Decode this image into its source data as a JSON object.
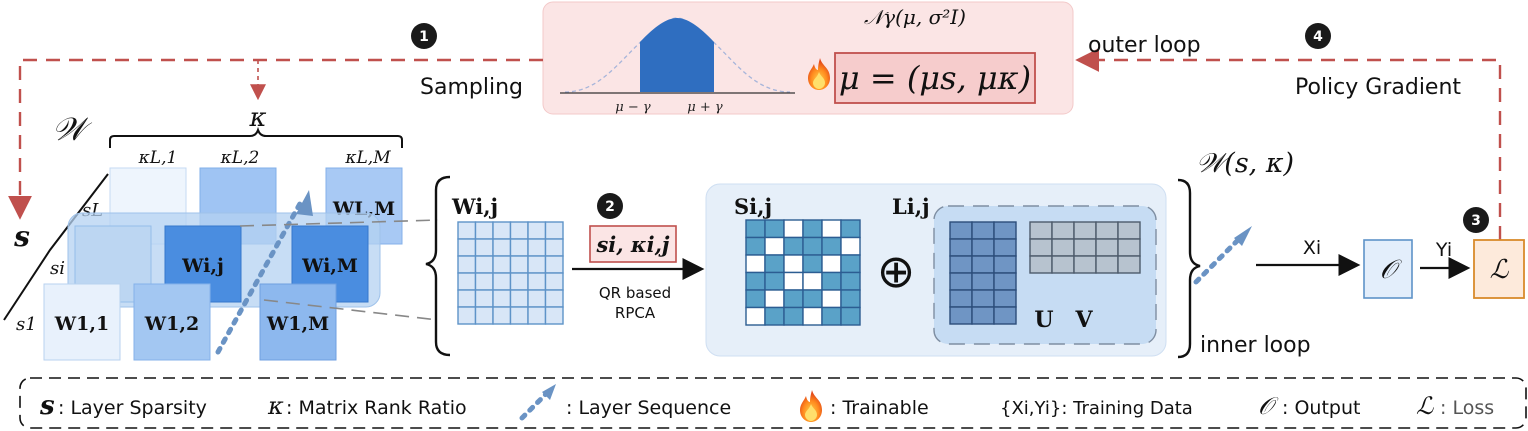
{
  "steps": {
    "step1": "1",
    "step2": "2",
    "step3": "3",
    "step4": "4"
  },
  "labels": {
    "sampling": "Sampling",
    "outer_loop": "outer loop",
    "policy_gradient": "Policy Gradient",
    "inner_loop": "inner loop",
    "qr_line1": "QR based",
    "qr_line2": "RPCA"
  },
  "distribution": {
    "formula": "𝒩γ(μ, σ²I)",
    "mu_minus": "μ − γ",
    "mu_plus": "μ + γ",
    "mu_def": "μ = (μs, μκ)"
  },
  "weights": {
    "set_symbol": "𝒲",
    "kappa": "κ",
    "kappa_labels": [
      "κL,1",
      "κL,2",
      "κL,M"
    ],
    "s_symbol": "s",
    "s_labels": [
      "sL",
      "si",
      "s1"
    ],
    "blocks": [
      "WL,M",
      "Wi,j",
      "Wi,M",
      "W1,1",
      "W1,2",
      "W1,M"
    ]
  },
  "decomposition": {
    "w_ij": "Wi,j",
    "params": "si, κi,j",
    "s_ij": "Si,j",
    "l_ij": "Li,j",
    "oplus": "⊕",
    "u": "U",
    "v": "V",
    "w_s_kappa": "𝒲(s, κ)"
  },
  "pipeline": {
    "x_label": "Xi",
    "y_label": "Yi",
    "output": "𝒪",
    "loss": "ℒ"
  },
  "legend": {
    "s_sym": "s",
    "s_desc": ": Layer Sparsity",
    "k_sym": "κ",
    "k_desc": ":  Matrix Rank Ratio",
    "seq_desc": ":  Layer Sequence",
    "trainable_desc": ": Trainable",
    "data_desc": "{Xi,Yi}: Training Data",
    "o_sym": "𝒪",
    "o_desc": ": Output",
    "l_sym": "ℒ",
    "l_desc": ": Loss"
  },
  "colors": {
    "dashed_red": "#c0504d",
    "badge": "#1a1a1a",
    "dist_panel": "#fbe5e5",
    "block_dark": "#4a90e2",
    "block_mid": "#92bdf2",
    "block_light": "#d6e6fa",
    "grid_blue": "#5e93c8",
    "grid_gray": "#9aa7b4",
    "loss_border": "#d98a2b"
  }
}
